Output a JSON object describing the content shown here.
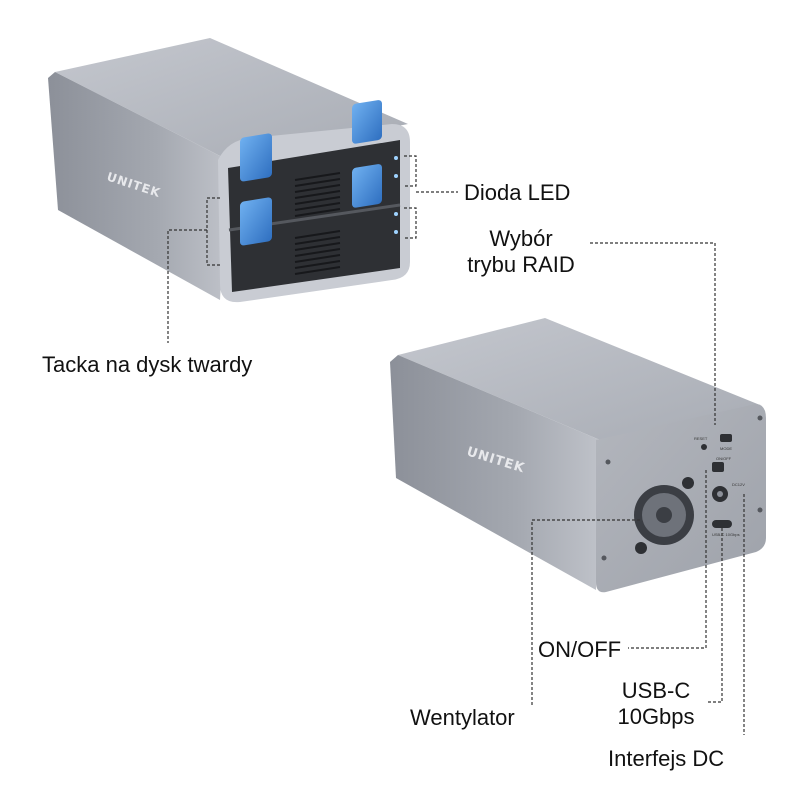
{
  "brand": "UNITEK",
  "labels": {
    "led": "Dioda LED",
    "raid": [
      "Wybór",
      "trybu RAID"
    ],
    "tray": "Tacka na dysk twardy",
    "onoff": "ON/OFF",
    "usbc": [
      "USB-C",
      "10Gbps"
    ],
    "fan": "Wentylator",
    "dc": "Interfejs DC"
  },
  "back_panel": {
    "reset": "RESET",
    "mode": "MODE",
    "onoff": "ON/OFF",
    "dc": "DC12V",
    "usb": "USB-C 10Gbps"
  },
  "colors": {
    "body": "#9a9ea8",
    "tray_handle": "#3f86d6",
    "front_panel": "#2e3034"
  }
}
